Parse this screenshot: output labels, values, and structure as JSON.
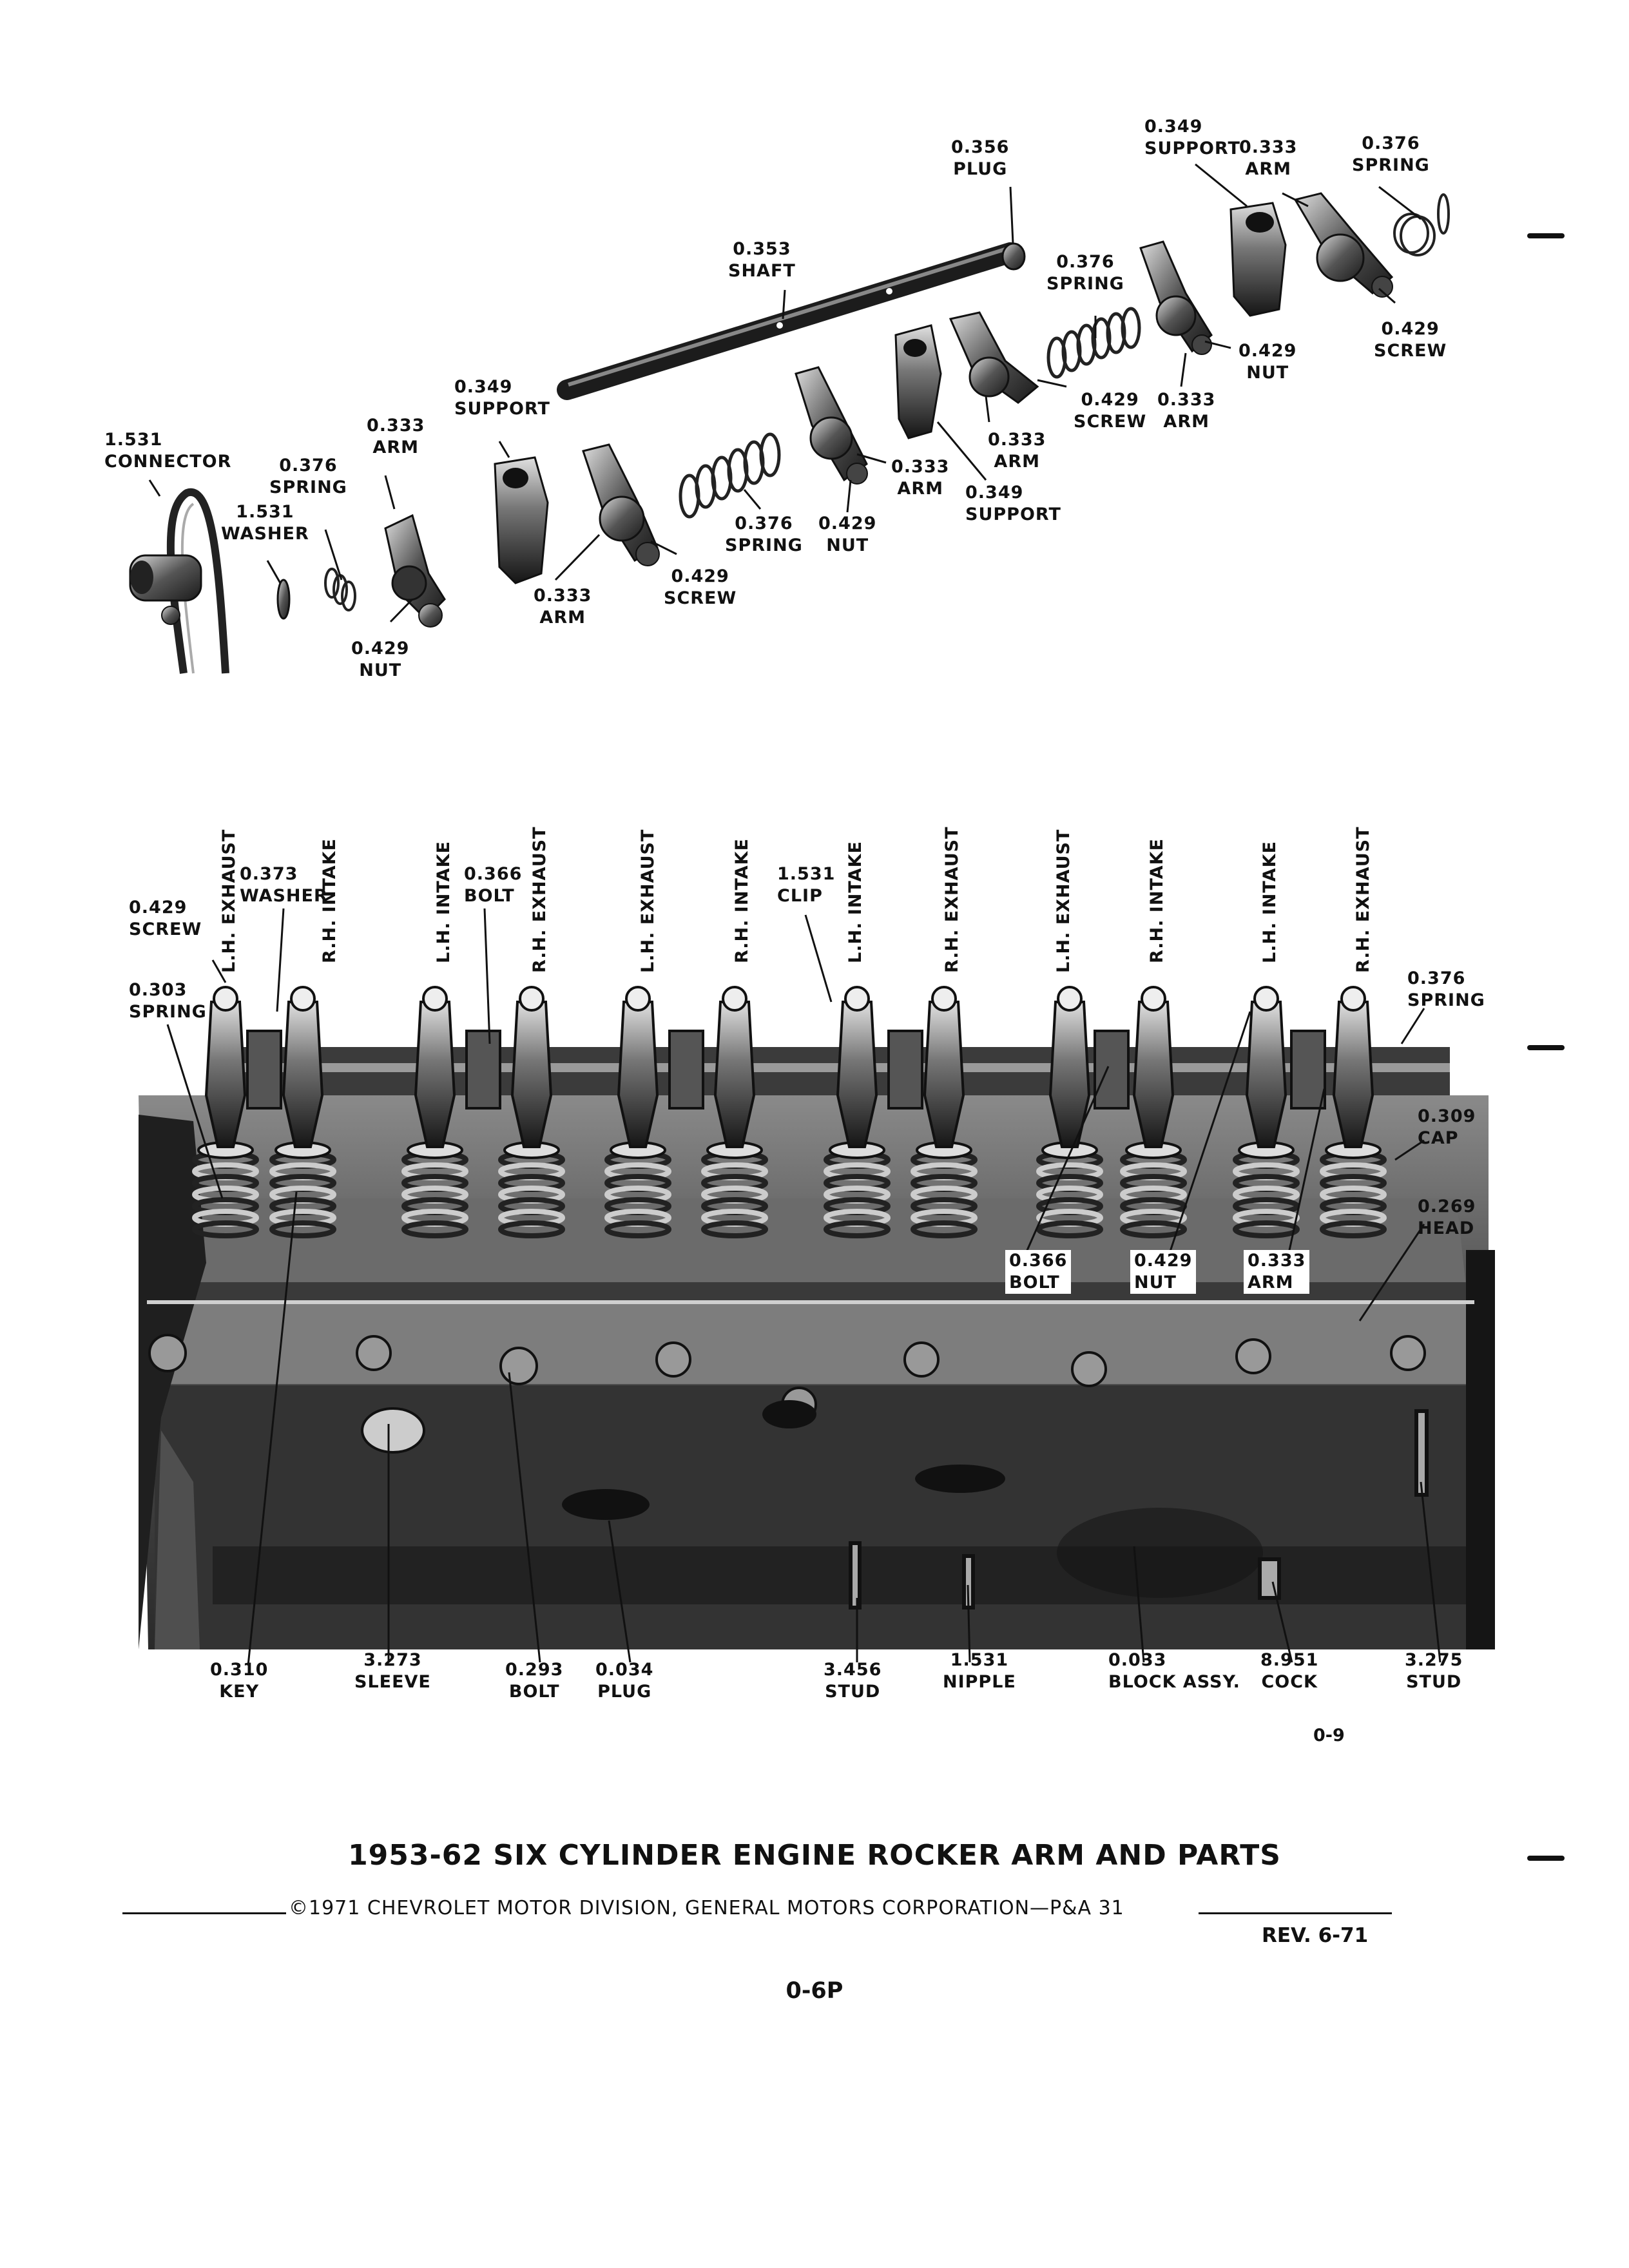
{
  "exploded_labels": [
    {
      "num": "1.531",
      "name": "CONNECTOR"
    },
    {
      "num": "0.376",
      "name": "SPRING"
    },
    {
      "num": "1.531",
      "name": "WASHER"
    },
    {
      "num": "0.333",
      "name": "ARM"
    },
    {
      "num": "0.429",
      "name": "NUT"
    },
    {
      "num": "0.349",
      "name": "SUPPORT"
    },
    {
      "num": "0.333",
      "name": "ARM"
    },
    {
      "num": "0.429",
      "name": "SCREW"
    },
    {
      "num": "0.376",
      "name": "SPRING"
    },
    {
      "num": "0.429",
      "name": "NUT"
    },
    {
      "num": "0.353",
      "name": "SHAFT"
    },
    {
      "num": "0.333",
      "name": "ARM"
    },
    {
      "num": "0.349",
      "name": "SUPPORT"
    },
    {
      "num": "0.333",
      "name": "ARM"
    },
    {
      "num": "0.429",
      "name": "SCREW"
    },
    {
      "num": "0.376",
      "name": "SPRING"
    },
    {
      "num": "0.356",
      "name": "PLUG"
    },
    {
      "num": "0.333",
      "name": "ARM"
    },
    {
      "num": "0.429",
      "name": "NUT"
    },
    {
      "num": "0.349",
      "name": "SUPPORT"
    },
    {
      "num": "0.333",
      "name": "ARM"
    },
    {
      "num": "0.376",
      "name": "SPRING"
    },
    {
      "num": "0.429",
      "name": "SCREW"
    }
  ],
  "valve_labels": [
    "L.H. EXHAUST",
    "R.H. INTAKE",
    "L.H. INTAKE",
    "R.H. EXHAUST",
    "L.H. EXHAUST",
    "R.H. INTAKE",
    "L.H. INTAKE",
    "R.H. EXHAUST",
    "L.H. EXHAUST",
    "R.H. INTAKE",
    "L.H. INTAKE",
    "R.H. EXHAUST"
  ],
  "engine_labels": [
    {
      "num": "0.429",
      "name": "SCREW"
    },
    {
      "num": "0.373",
      "name": "WASHER"
    },
    {
      "num": "0.303",
      "name": "SPRING"
    },
    {
      "num": "0.366",
      "name": "BOLT"
    },
    {
      "num": "1.531",
      "name": "CLIP"
    },
    {
      "num": "0.376",
      "name": "SPRING"
    },
    {
      "num": "0.309",
      "name": "CAP"
    },
    {
      "num": "0.269",
      "name": "HEAD"
    },
    {
      "num": "0.366",
      "name": "BOLT"
    },
    {
      "num": "0.429",
      "name": "NUT"
    },
    {
      "num": "0.333",
      "name": "ARM"
    }
  ],
  "bottom_labels": [
    {
      "num": "0.310",
      "name": "KEY"
    },
    {
      "num": "3.273",
      "name": "SLEEVE"
    },
    {
      "num": "0.293",
      "name": "BOLT"
    },
    {
      "num": "0.034",
      "name": "PLUG"
    },
    {
      "num": "3.456",
      "name": "STUD"
    },
    {
      "num": "1.531",
      "name": "NIPPLE"
    },
    {
      "num": "0.033",
      "name": "BLOCK ASSY."
    },
    {
      "num": "8.951",
      "name": "COCK"
    },
    {
      "num": "3.275",
      "name": "STUD"
    }
  ],
  "figure_code": "0-9",
  "title": "1953-62 SIX CYLINDER ENGINE ROCKER ARM AND PARTS",
  "copyright": "©1971 CHEVROLET MOTOR DIVISION, GENERAL MOTORS CORPORATION—P&A 31",
  "revision": "REV. 6-71",
  "page_number": "0-6P"
}
